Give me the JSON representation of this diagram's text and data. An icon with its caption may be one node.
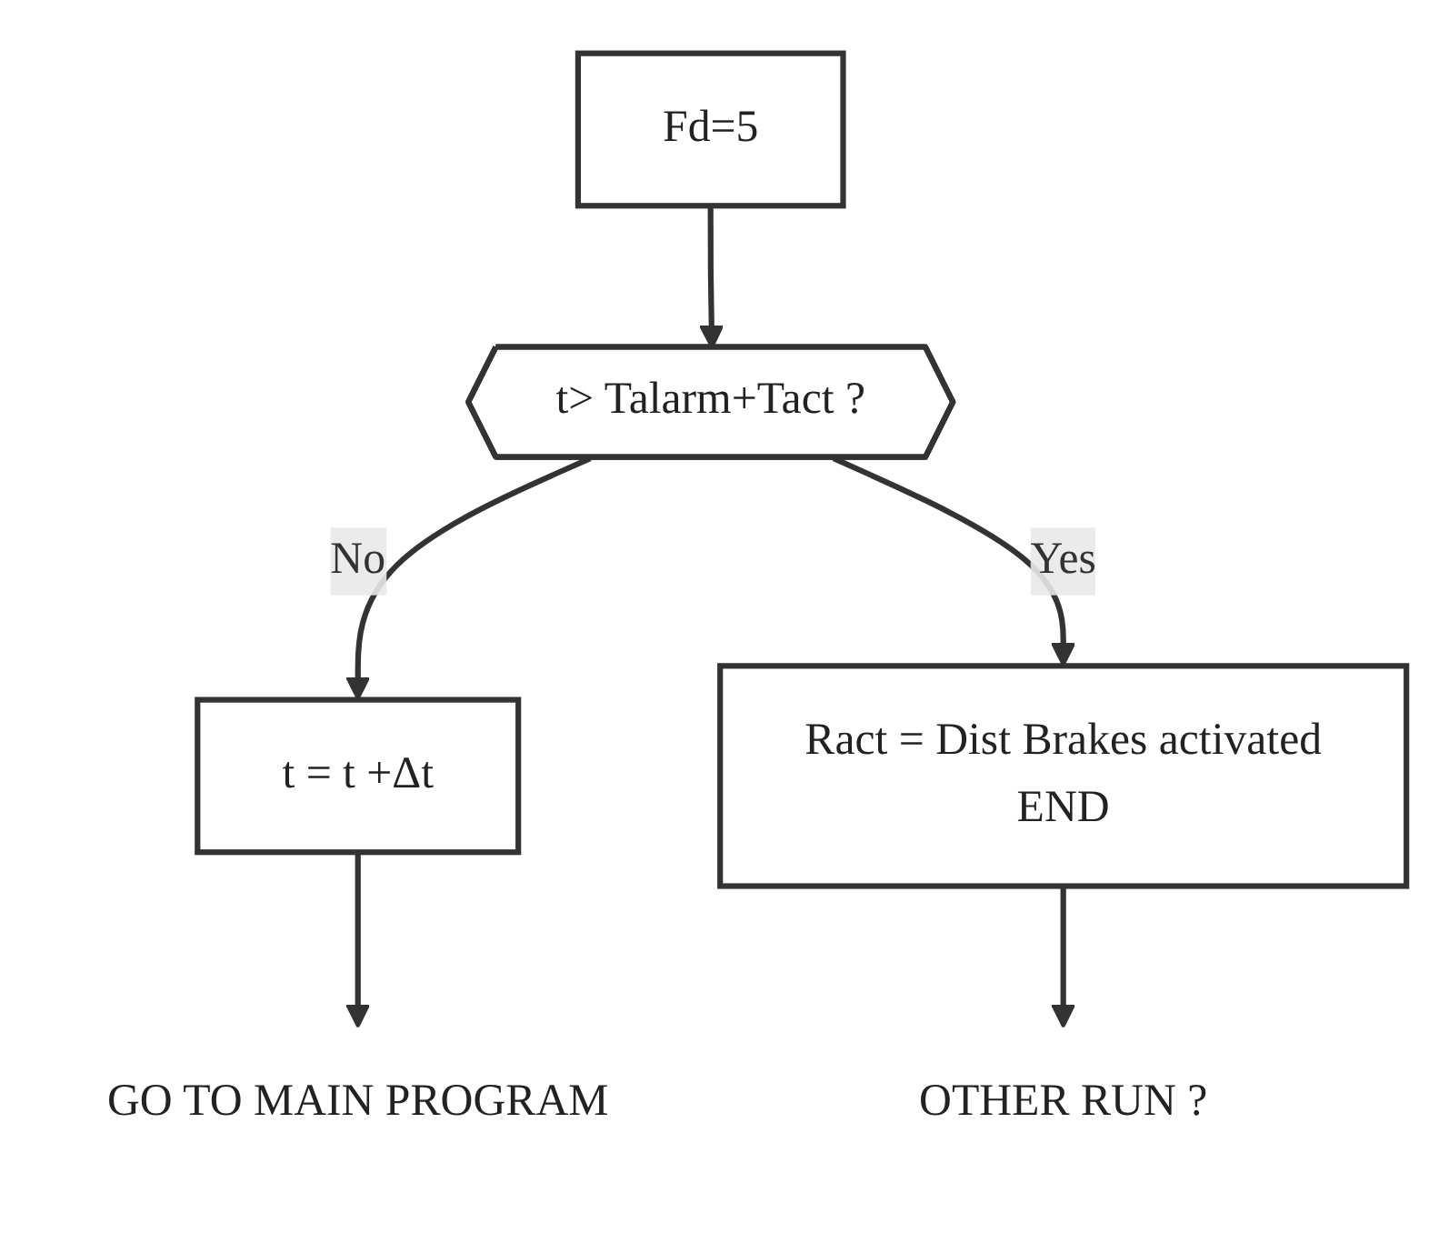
{
  "diagram": {
    "nodes": [
      {
        "text": [
          "Fd=5"
        ]
      },
      {
        "text": [
          "t> Talarm+Tact ?"
        ]
      },
      {
        "text": [
          "Ract = Dist Brakes activated",
          "END"
        ]
      },
      {
        "text": [
          "t = t +Δt"
        ]
      },
      {
        "text": [
          "OTHER RUN ?"
        ]
      },
      {
        "text": [
          "GO TO MAIN PROGRAM"
        ]
      }
    ],
    "edges": [
      {
        "from": 0,
        "to": 1,
        "arrow": "to"
      },
      {
        "from": 1,
        "to": 3,
        "label": "No",
        "arrow": "to"
      },
      {
        "from": 1,
        "to": 2,
        "label": "Yes",
        "arrow": "to"
      },
      {
        "from": 2,
        "to": 4,
        "arrow": "to"
      },
      {
        "from": 3,
        "to": 5,
        "arrow": "to"
      }
    ]
  }
}
